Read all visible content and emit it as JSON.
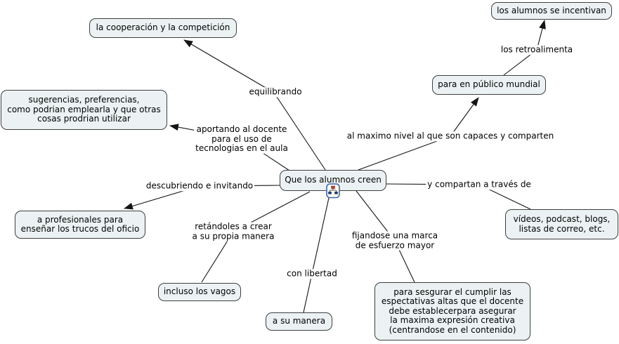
{
  "nodes": {
    "center": {
      "text": "Que los alumnos creen"
    },
    "la_cooperacion": {
      "text": "la cooperación y la competición"
    },
    "sugerencias": {
      "text": "sugerencias, preferencias,\ncomo podrian emplearla y que otras\ncosas prodrian utilizar"
    },
    "alumnos_incentivan": {
      "text": "los alumnos se incentivan"
    },
    "publico_mundial": {
      "text": "para en público mundial"
    },
    "videos_podcast": {
      "text": "vídeos, podcast, blogs,\nlistas de correo, etc."
    },
    "profesionales": {
      "text": "a profesionales para\nenseñar los trucos del oficio"
    },
    "incluso_vagos": {
      "text": "incluso los vagos"
    },
    "a_su_manera": {
      "text": "a su manera"
    },
    "asegurar_expectativas": {
      "text": "para sesgurar el cumplir las\nespectativas altas que el docente\ndebe establecerpara asegurar\nla maxima expresión creativa\n(centrandose en el contenido)"
    }
  },
  "labels": {
    "equilibrando": {
      "text": "equilibrando"
    },
    "aportando_docente": {
      "text": "aportando al docente\npara el uso de\ntecnologias en el aula"
    },
    "al_maximo_nivel": {
      "text": "al maximo nivel al que son capaces y comparten"
    },
    "los_retroalimenta": {
      "text": "los retroalimenta"
    },
    "descubriendo_invitando": {
      "text": "descubriendo e invitando"
    },
    "retandoles_crear": {
      "text": "retándoles a crear\na su propia manera"
    },
    "con_libertad": {
      "text": "con libertad"
    },
    "fijandose_marca": {
      "text": "fijandose una marca\nde esfuerzo mayor"
    },
    "y_compartan": {
      "text": "y compartan a través de"
    }
  },
  "edges": [
    {
      "from": "center",
      "label": "equilibrando",
      "to": "la_cooperacion",
      "arrow": true
    },
    {
      "from": "center",
      "label": "aportando_docente",
      "to": "sugerencias",
      "arrow": true
    },
    {
      "from": "center",
      "label": "al_maximo_nivel",
      "to": "publico_mundial",
      "arrow": true
    },
    {
      "from": "publico_mundial",
      "label": "los_retroalimenta",
      "to": "alumnos_incentivan",
      "arrow": true
    },
    {
      "from": "center",
      "label": "descubriendo_invitando",
      "to": "profesionales",
      "arrow": true
    },
    {
      "from": "center",
      "label": "retandoles_crear",
      "to": "incluso_vagos",
      "arrow": false
    },
    {
      "from": "center",
      "label": "con_libertad",
      "to": "a_su_manera",
      "arrow": false
    },
    {
      "from": "center",
      "label": "fijandose_marca",
      "to": "asegurar_expectativas",
      "arrow": false
    },
    {
      "from": "center",
      "label": "y_compartan",
      "to": "videos_podcast",
      "arrow": false
    }
  ],
  "icons": {
    "center_resource": "cmap-attachment-icon"
  },
  "colors": {
    "node_fill": "#ecf2f3",
    "node_border": "#3f3f3f",
    "line": "#141414",
    "icon_border": "#3b67b0",
    "icon_fill": "#fffdf0",
    "icon_node_red": "#b5413a",
    "icon_node_blue": "#1f3d73"
  }
}
